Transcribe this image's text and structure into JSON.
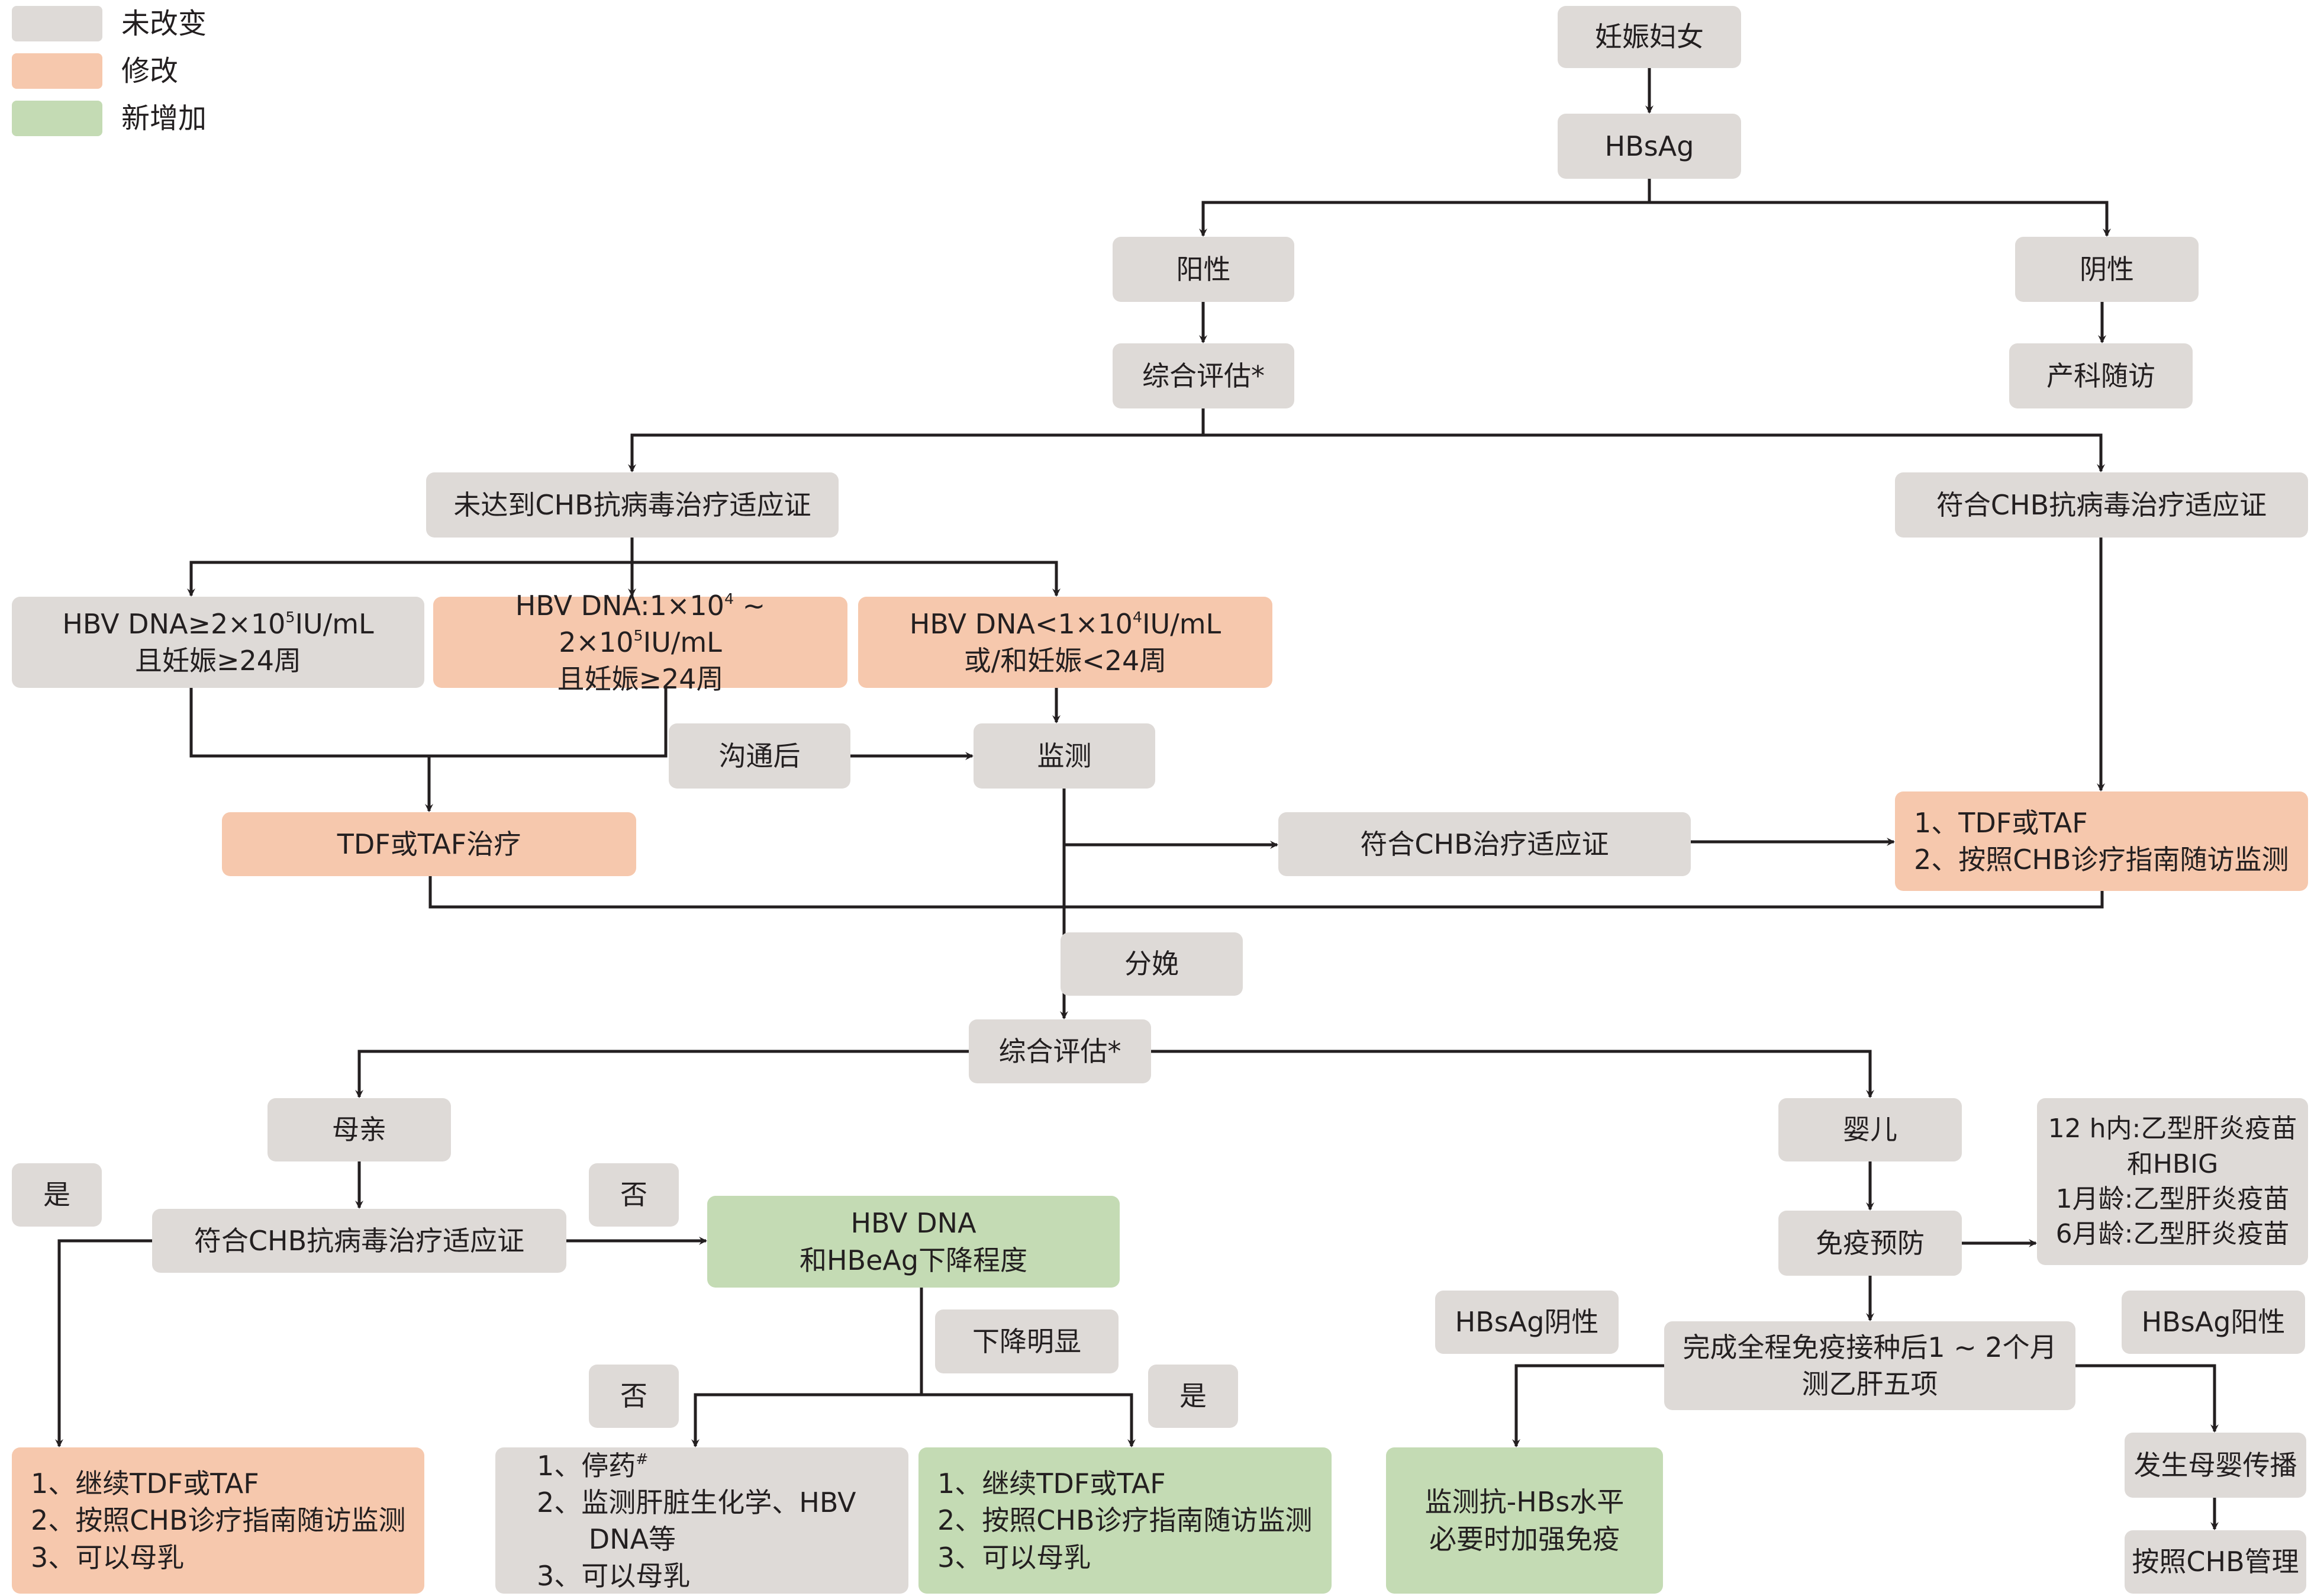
{
  "legend": [
    {
      "label": "未改变",
      "color": "#dedad7"
    },
    {
      "label": "修改",
      "color": "#f6c8ad"
    },
    {
      "label": "新增加",
      "color": "#c4dbb4"
    }
  ],
  "nodes": {
    "pregnant_women": "妊娠妇女",
    "hbsag": "HBsAg",
    "positive": "阳性",
    "negative": "阴性",
    "assessment1": "综合评估*",
    "obstetric_followup": "产科随访",
    "not_meet_indication": "未达到CHB抗病毒治疗适应证",
    "meet_indication_right": "符合CHB抗病毒治疗适应证",
    "hbv_high_line1": "HBV DNA≥2×10",
    "hbv_high_sup": "5",
    "hbv_high_line1_unit": "IU/mL",
    "hbv_high_line2": "且妊娠≥24周",
    "hbv_mid_line1a": "HBV DNA:1×10",
    "hbv_mid_sup1": "4",
    "hbv_mid_line1b": " ~ 2×10",
    "hbv_mid_sup2": "5",
    "hbv_mid_line1_unit": "IU/mL",
    "hbv_mid_line2": "且妊娠≥24周",
    "hbv_low_line1": "HBV DNA<1×10",
    "hbv_low_sup": "4",
    "hbv_low_line1_unit": "IU/mL",
    "hbv_low_line2": "或/和妊娠<24周",
    "after_communication": "沟通后",
    "monitor": "监测",
    "tdf_taf_treatment": "TDF或TAF治疗",
    "meet_chb_treatment": "符合CHB治疗适应证",
    "right_plan": "1、TDF或TAF\n2、按照CHB诊疗指南随访监测",
    "delivery": "分娩",
    "assessment2": "综合评估*",
    "mother": "母亲",
    "infant": "婴儿",
    "vaccine_schedule": "12 h内:乙型肝炎疫苗\n和HBIG\n1月龄:乙型肝炎疫苗\n6月龄:乙型肝炎疫苗",
    "yes_left": "是",
    "no_top": "否",
    "mother_meet_indication": "符合CHB抗病毒治疗适应证",
    "hbv_decline": "HBV DNA\n和HBeAg下降程度",
    "immunoprophylaxis": "免疫预防",
    "significant_decline": "下降明显",
    "hbsag_negative": "HBsAg阴性",
    "hbsag_positive": "HBsAg阳性",
    "complete_vaccination": "完成全程免疫接种后1 ~ 2个月\n测乙肝五项",
    "no_bottom": "否",
    "yes_bottom": "是",
    "continue_plan": "1、继续TDF或TAF\n2、按照CHB诊疗指南随访监测\n3、可以母乳",
    "stop_plan_1": "1、停药",
    "stop_plan_1_sup": "#",
    "stop_plan_2": "2、监测肝脏生化学、HBV\n      DNA等\n3、可以母乳",
    "continue_plan_green": "1、继续TDF或TAF\n2、按照CHB诊疗指南随访监测\n3、可以母乳",
    "monitor_anti_hbs": "监测抗-HBs水平\n必要时加强免疫",
    "mtct_occurs": "发生母婴传播",
    "manage_as_chb": "按照CHB管理"
  }
}
